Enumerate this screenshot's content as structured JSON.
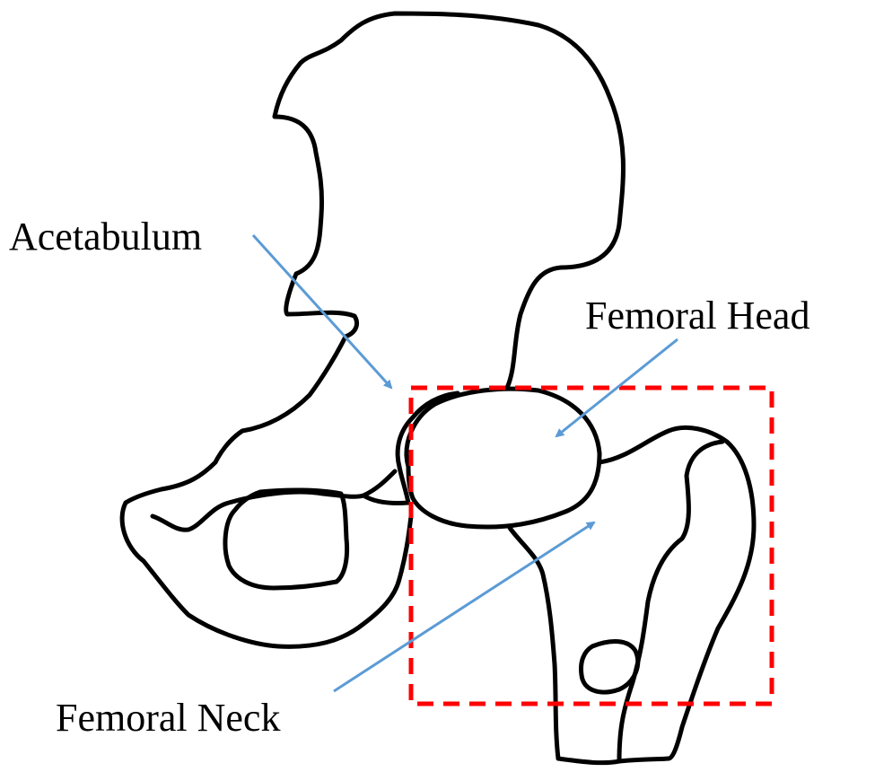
{
  "labels": {
    "acetabulum": "Acetabulum",
    "femoral_head": "Femoral Head",
    "femoral_neck": "Femoral Neck"
  },
  "colors": {
    "outline": "#000000",
    "arrow": "#5b9bd5",
    "roi_box": "#ff0000",
    "background": "#ffffff"
  }
}
